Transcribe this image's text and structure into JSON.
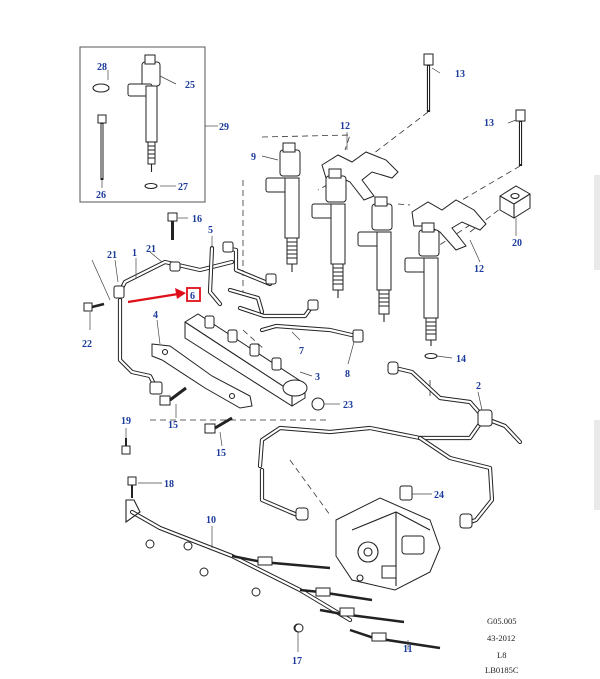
{
  "callouts": {
    "c1": "1",
    "c2": "2",
    "c3": "3",
    "c4": "4",
    "c5": "5",
    "c6": "6",
    "c7": "7",
    "c8": "8",
    "c9": "9",
    "c10": "10",
    "c11": "11",
    "c12a": "12",
    "c12b": "12",
    "c13a": "13",
    "c13b": "13",
    "c14": "14",
    "c15a": "15",
    "c15b": "15",
    "c16": "16",
    "c17": "17",
    "c18": "18",
    "c19": "19",
    "c20": "20",
    "c21a": "21",
    "c21b": "21",
    "c22": "22",
    "c23": "23",
    "c24": "24",
    "c25": "25",
    "c26": "26",
    "c27": "27",
    "c28": "28",
    "c29": "29"
  },
  "reference_block": {
    "line1": "G05.005",
    "line2": "43-2012",
    "line3": "L8",
    "line4": "LB0185C"
  },
  "colors": {
    "callout_text": "#1a3a9c",
    "highlight_box": "#e0101a",
    "highlight_arrow": "#e0101a",
    "line_art": "#222222"
  },
  "highlight": {
    "target_callout": "6"
  }
}
